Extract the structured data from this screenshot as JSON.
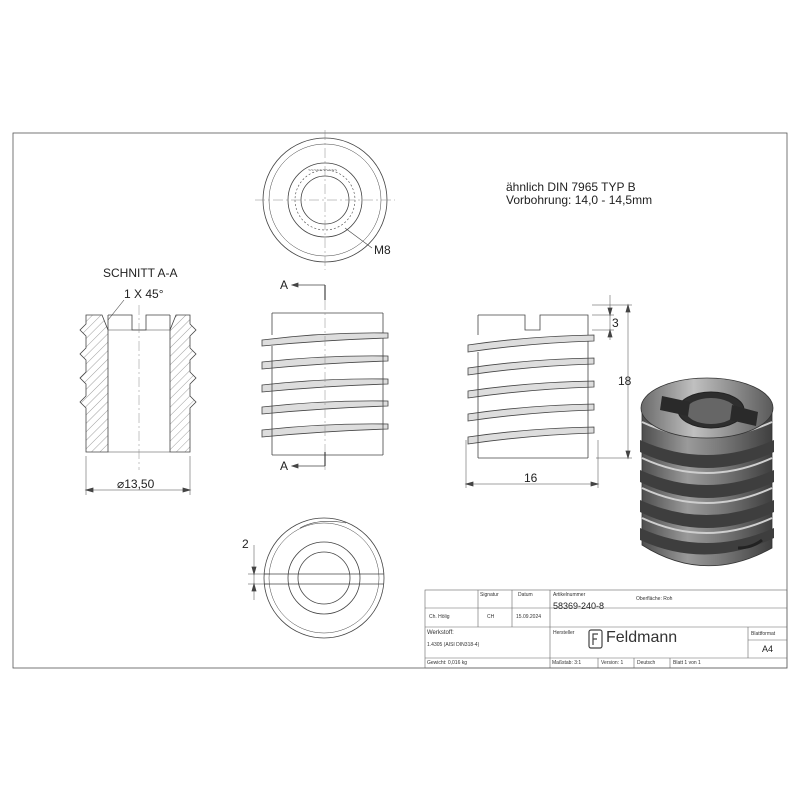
{
  "notes": {
    "line1": "ähnlich DIN 7965 TYP B",
    "line2": "Vorbohrung: 14,0 - 14,5mm"
  },
  "labels": {
    "section_title": "SCHNITT A-A",
    "chamfer": "1 X 45°",
    "diameter": "⌀13,50",
    "thread": "M8",
    "section_marker_top": "A",
    "section_marker_bottom": "A",
    "dim_slot": "3",
    "dim_height": "18",
    "dim_width": "16",
    "dim_slot_bottom": "2"
  },
  "title_block": {
    "hdr_signature": "Signatur",
    "hdr_date": "Datum",
    "hdr_article_no": "Artikelnummer",
    "hdr_surface": "Oberfläche: Roh",
    "author": "Ch. Hölig",
    "signature": "CH",
    "date": "15.09.2024",
    "article_no": "58369-240-8",
    "hdr_material": "Werkstoff:",
    "material": "1.4305 (AISI DIN318-4)",
    "hdr_manufacturer": "Hersteller",
    "brand": "Feldmann",
    "hdr_sheet_format": "Blattformat",
    "sheet_format": "A4",
    "weight": "Gewicht: 0,016 kg",
    "scale": "Maßstab: 3:1",
    "version": "Version: 1",
    "language": "Deutsch",
    "sheet": "Blatt 1 von 1"
  },
  "colors": {
    "line": "#444444",
    "hatch": "#777777",
    "metal_dark": "#5a5a5a",
    "metal_mid": "#8a8a8a",
    "metal_light": "#b8b8b8"
  }
}
